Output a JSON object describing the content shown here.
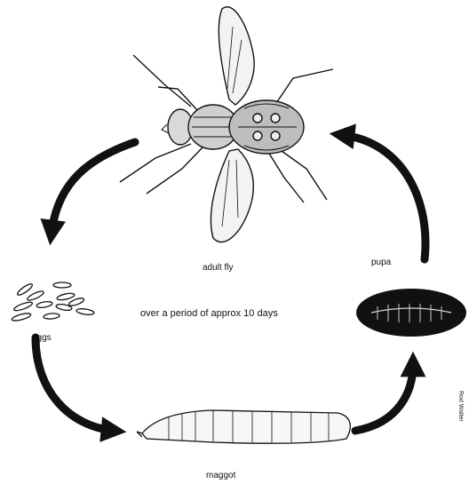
{
  "diagram": {
    "caption": "over a period of approx 10 days",
    "stages": {
      "adult": "adult fly",
      "eggs": "eggs",
      "maggot": "maggot",
      "pupa": "pupa"
    },
    "side_credit": "Rod Walter",
    "colors": {
      "ink": "#111111",
      "background": "#ffffff"
    }
  }
}
